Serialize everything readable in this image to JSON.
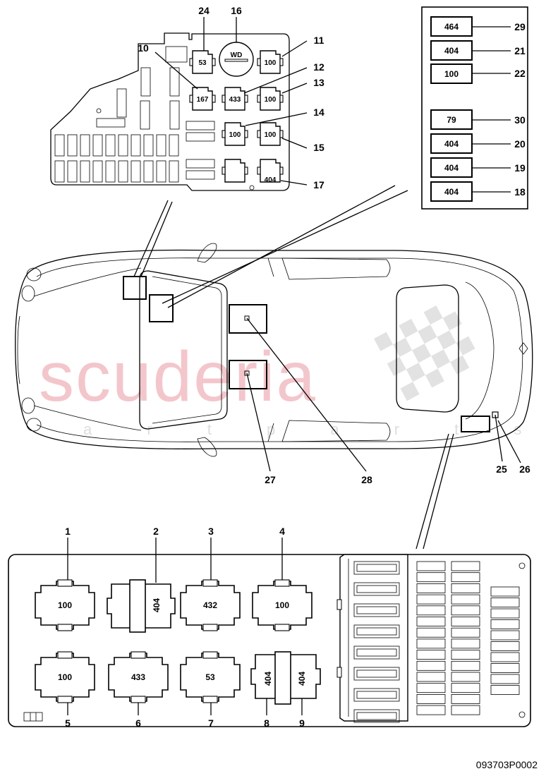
{
  "watermark": {
    "main": "scuderia",
    "sub": "a r t p a r t s"
  },
  "diagram_code": "093703P0002",
  "front_box_callouts": {
    "c24": "24",
    "c16": "16",
    "c11": "11",
    "c10": "10",
    "c12": "12",
    "c13": "13",
    "c14": "14",
    "c15": "15",
    "c17": "17"
  },
  "front_box_relays": {
    "r24": "53",
    "r16": "WD",
    "r11": "100",
    "r10": "167",
    "r12": "433",
    "r13": "100",
    "r14": "100",
    "r15": "100",
    "r17": "404"
  },
  "rear_panel": [
    {
      "value": "464",
      "callout": "29"
    },
    {
      "value": "404",
      "callout": "21"
    },
    {
      "value": "100",
      "callout": "22"
    },
    {
      "value": "79",
      "callout": "30"
    },
    {
      "value": "404",
      "callout": "20"
    },
    {
      "value": "404",
      "callout": "19"
    },
    {
      "value": "404",
      "callout": "18"
    }
  ],
  "car_callouts": {
    "c25": "25",
    "c26": "26",
    "c27": "27",
    "c28": "28"
  },
  "bottom_box_callouts": {
    "c1": "1",
    "c2": "2",
    "c3": "3",
    "c4": "4",
    "c5": "5",
    "c6": "6",
    "c7": "7",
    "c8": "8",
    "c9": "9"
  },
  "bottom_box_relays": {
    "r1": "100",
    "r2": "404",
    "r3": "432",
    "r4": "100",
    "r5": "100",
    "r6": "433",
    "r7": "53",
    "r8": "404",
    "r9": "404"
  }
}
